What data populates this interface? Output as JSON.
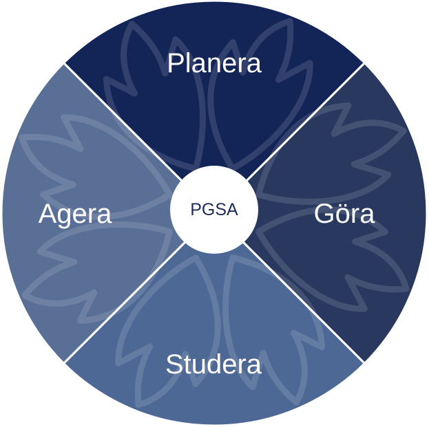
{
  "center": {
    "label": "PGSA"
  },
  "phases": [
    {
      "key": "plan",
      "label": "Planera",
      "color": "#132457"
    },
    {
      "key": "do",
      "label": "Göra",
      "color": "#28385f"
    },
    {
      "key": "study",
      "label": "Studera",
      "color": "#4d6895"
    },
    {
      "key": "act",
      "label": "Agera",
      "color": "#596f96"
    }
  ],
  "center_fill": "#ffffff",
  "center_text_color": "#1d2c5a"
}
